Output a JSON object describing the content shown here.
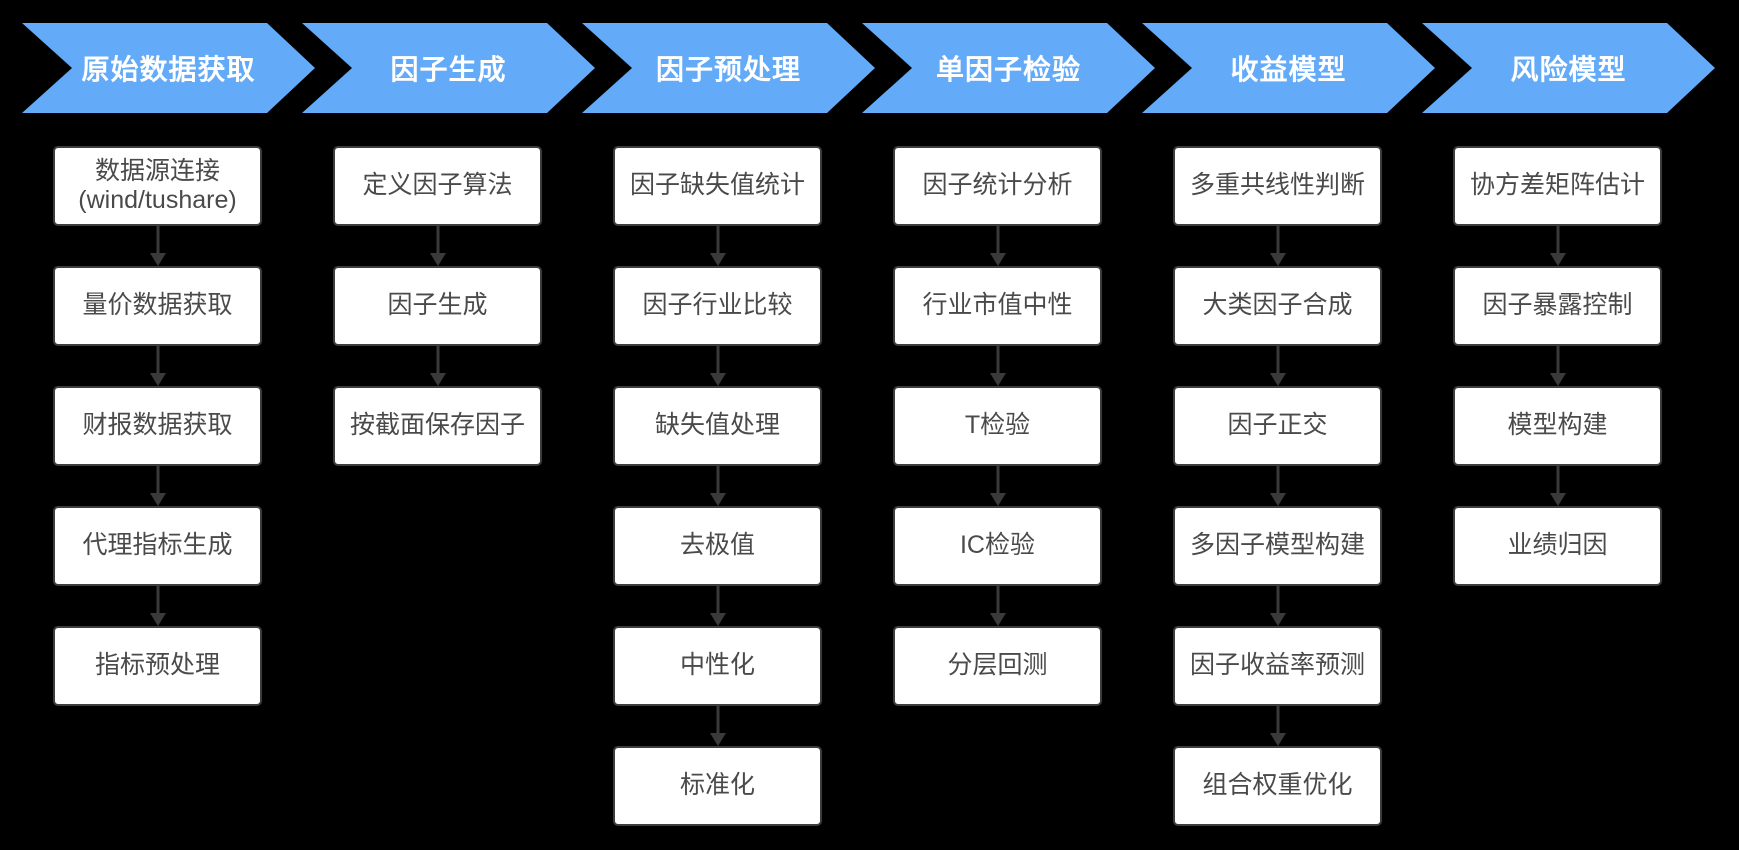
{
  "colors": {
    "canvas_bg": "#000000",
    "header_bg": "#63AAF8",
    "header_text": "#FFFFFF",
    "box_bg": "#FFFFFF",
    "box_border": "#3D3D3D",
    "box_text": "#4A4A4A",
    "arrow_color": "#3A3A3A"
  },
  "diagram": {
    "columns": [
      {
        "header": "原始数据获取",
        "steps": [
          "数据源连接\n(wind/tushare)",
          "量价数据获取",
          "财报数据获取",
          "代理指标生成",
          "指标预处理"
        ]
      },
      {
        "header": "因子生成",
        "steps": [
          "定义因子算法",
          "因子生成",
          "按截面保存因子"
        ]
      },
      {
        "header": "因子预处理",
        "steps": [
          "因子缺失值统计",
          "因子行业比较",
          "缺失值处理",
          "去极值",
          "中性化",
          "标准化"
        ]
      },
      {
        "header": "单因子检验",
        "steps": [
          "因子统计分析",
          "行业市值中性",
          "T检验",
          "IC检验",
          "分层回测"
        ]
      },
      {
        "header": "收益模型",
        "steps": [
          "多重共线性判断",
          "大类因子合成",
          "因子正交",
          "多因子模型构建",
          "因子收益率预测",
          "组合权重优化"
        ]
      },
      {
        "header": "风险模型",
        "steps": [
          "协方差矩阵估计",
          "因子暴露控制",
          "模型构建",
          "业绩归因"
        ]
      }
    ]
  }
}
